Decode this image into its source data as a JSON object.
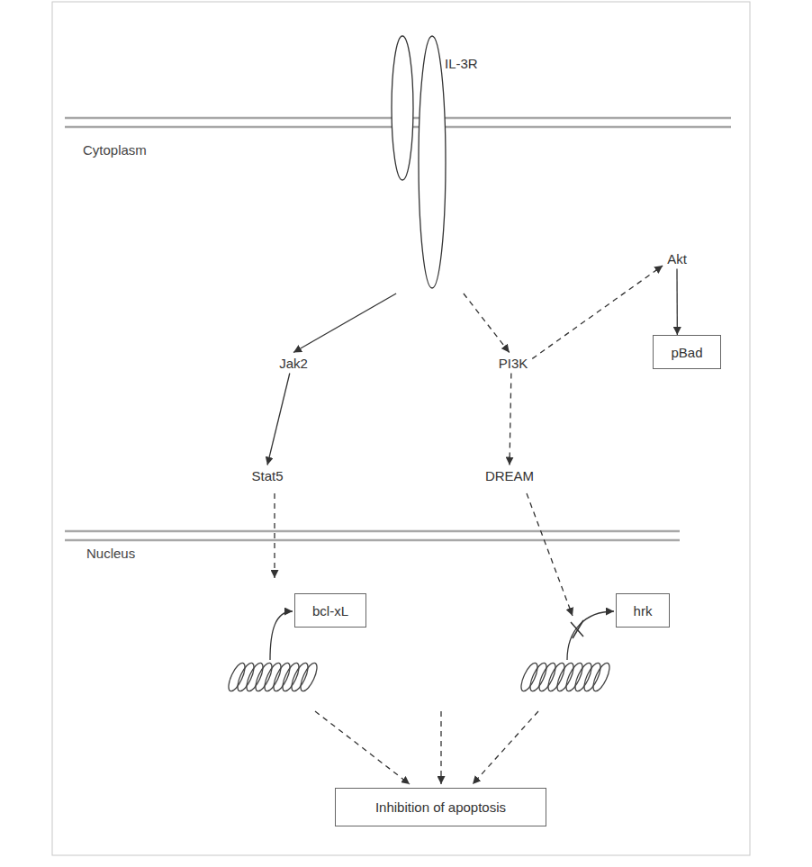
{
  "diagram": {
    "nodes": [
      {
        "text": [
          "IL-3R"
        ]
      },
      {
        "text": [
          "Jak2"
        ]
      },
      {
        "text": [
          "PI3K"
        ]
      },
      {
        "text": [
          "Akt"
        ]
      },
      {
        "text": [
          "pBad"
        ]
      },
      {
        "text": [
          "Stat5"
        ]
      },
      {
        "text": [
          "DREAM"
        ]
      },
      {
        "text": [
          "bcl-xL"
        ]
      },
      {
        "text": [
          "hrk"
        ]
      },
      {
        "text": [
          "Inhibition of apoptosis"
        ]
      }
    ],
    "edges": [
      {
        "from": 0,
        "to": 1,
        "arrow": "to"
      },
      {
        "from": 0,
        "to": 2,
        "arrow": "to"
      },
      {
        "from": 2,
        "to": 3,
        "arrow": "to"
      },
      {
        "from": 3,
        "to": 4,
        "arrow": "to"
      },
      {
        "from": 1,
        "to": 5,
        "arrow": "to"
      },
      {
        "from": 2,
        "to": 6,
        "arrow": "to"
      }
    ],
    "labels": [
      "Cytoplasm",
      "Nucleus"
    ]
  }
}
